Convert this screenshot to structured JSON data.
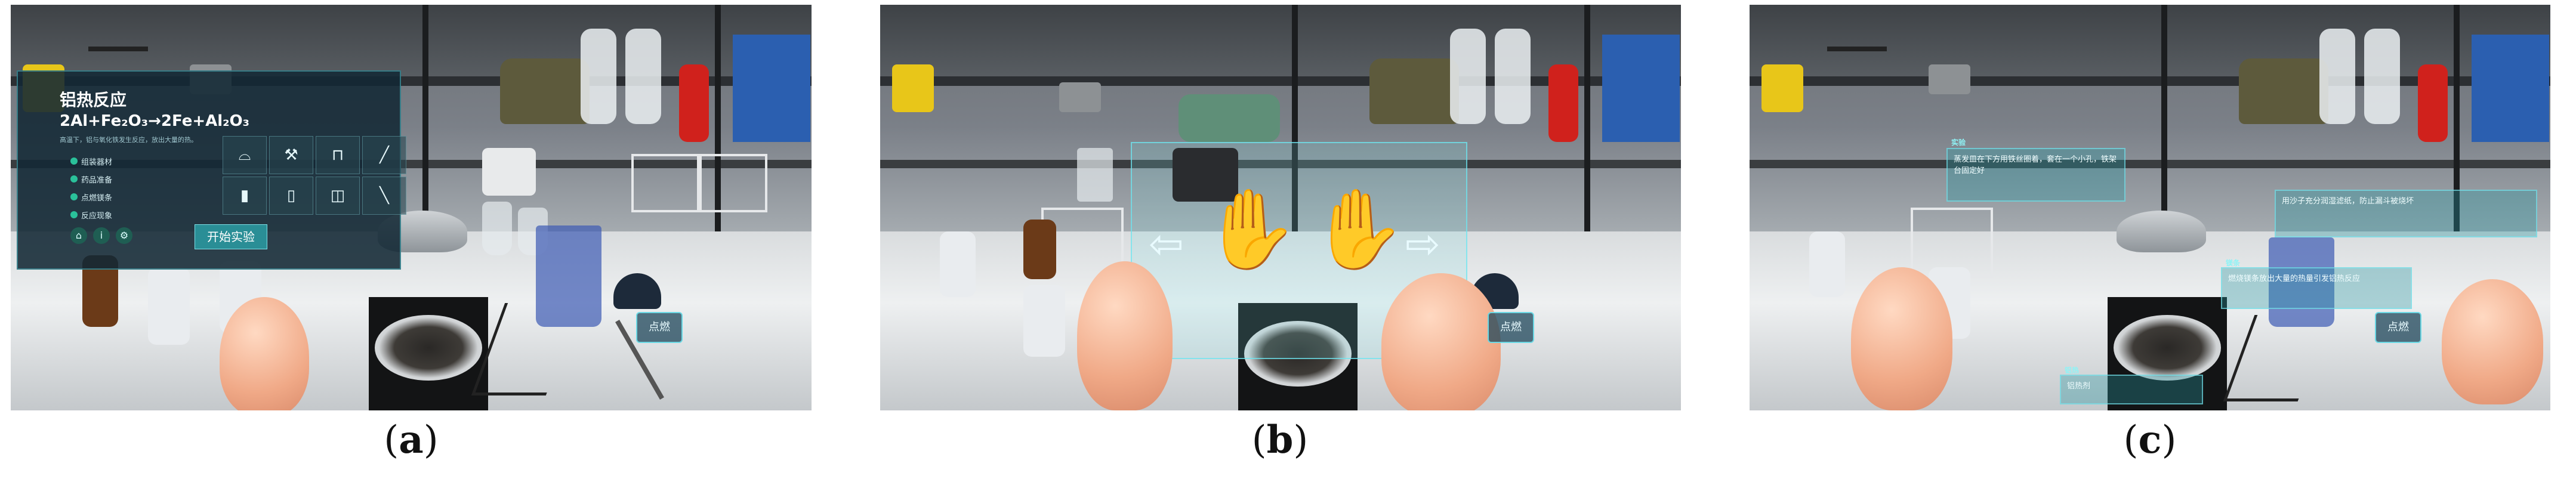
{
  "labels": {
    "a": "a",
    "b": "b",
    "c": "c"
  },
  "panel_a": {
    "title": "铝热反应",
    "formula": "2Al+Fe₂O₃→2Fe+Al₂O₃",
    "subtitle": "高温下，铝与氧化铁发生反应，放出大量的热。",
    "steps": [
      "组装器材",
      "药品准备",
      "点燃镁条",
      "反应现象"
    ],
    "start_button": "开始实验",
    "ignite_button": "点燃",
    "tools": [
      "pan-icon",
      "wrench-icon",
      "clamp-icon",
      "rod-icon",
      "bottle-icon",
      "tube-icon",
      "beaker-icon",
      "stick-icon"
    ]
  },
  "panel_b": {
    "ignite_button": "点燃",
    "left_arrow": "⇦",
    "right_arrow": "⇨"
  },
  "panel_c": {
    "ignite_button": "点燃",
    "tip1_head": "实验",
    "tip1_text": "蒸发皿在下方用铁丝圈着，套在一个小孔，铁架台固定好",
    "tip2_text": "用沙子充分润湿滤纸，防止漏斗被烧坏",
    "tip3_head": "镁条",
    "tip3_text": "燃烧镁条放出大量的热量引发铝热反应",
    "tip4_head": "铝热",
    "tip4_text": "铝热剂"
  },
  "colors": {
    "accent": "#46e0f0",
    "panel_bg": "#122834",
    "button": "#2a8e96"
  }
}
